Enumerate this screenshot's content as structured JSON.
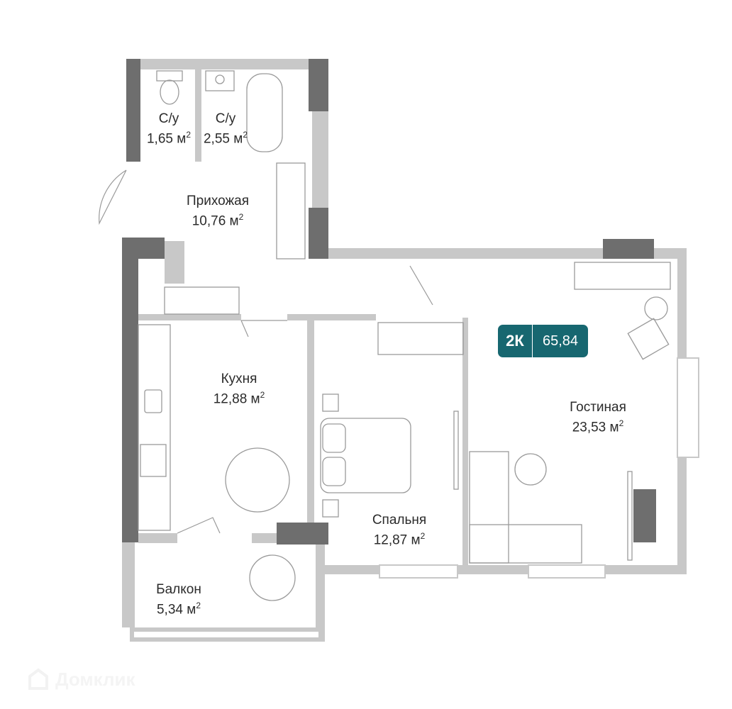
{
  "badge": {
    "type": "2К",
    "area": "65,84",
    "color": "#176770"
  },
  "rooms": [
    {
      "name": "С/у",
      "area": "1,65 м",
      "unit_sup": "2"
    },
    {
      "name": "С/у",
      "area": "2,55 м",
      "unit_sup": "2"
    },
    {
      "name": "Прихожая",
      "area": "10,76 м",
      "unit_sup": "2"
    },
    {
      "name": "Кухня",
      "area": "12,88 м",
      "unit_sup": "2"
    },
    {
      "name": "Спальня",
      "area": "12,87 м",
      "unit_sup": "2"
    },
    {
      "name": "Гостиная",
      "area": "23,53 м",
      "unit_sup": "2"
    },
    {
      "name": "Балкон",
      "area": "5,34 м",
      "unit_sup": "2"
    }
  ],
  "watermark": "Домклик"
}
